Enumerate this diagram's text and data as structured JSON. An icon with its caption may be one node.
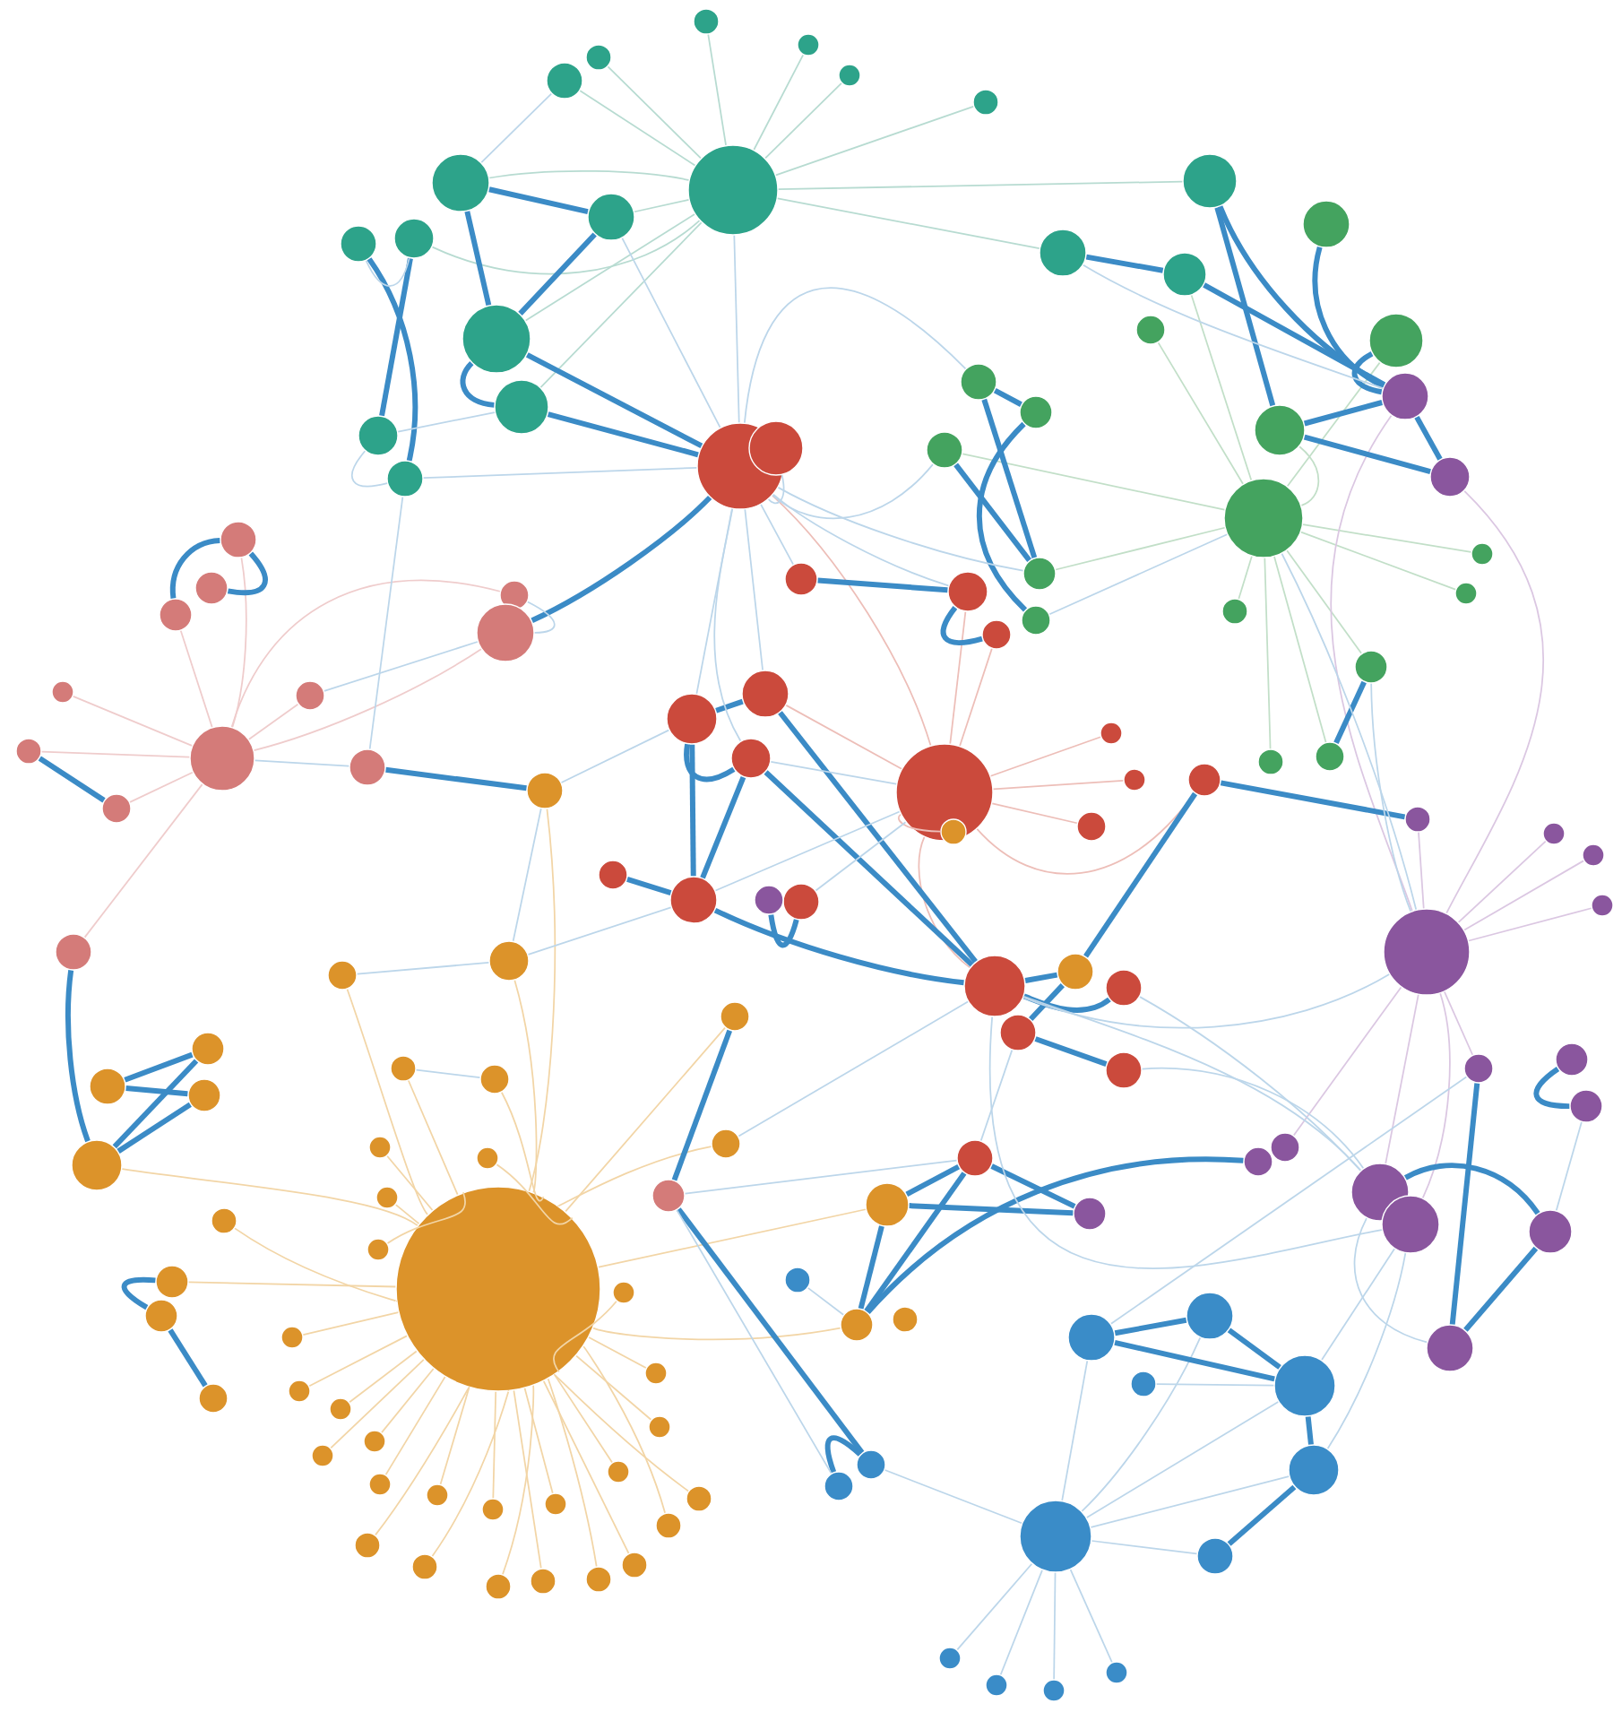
{
  "diagram": {
    "nodes": [
      {
        "text": [],
        "shape": "circle"
      },
      {
        "text": [],
        "shape": "circle"
      },
      {
        "text": [],
        "shape": "circle"
      },
      {
        "text": [],
        "shape": "circle"
      },
      {
        "text": [],
        "shape": "circle"
      },
      {
        "text": [],
        "shape": "circle"
      },
      {
        "text": [],
        "shape": "circle"
      },
      {
        "text": [],
        "shape": "circle"
      },
      {
        "text": [],
        "shape": "circle"
      },
      {
        "text": [],
        "shape": "circle"
      },
      {
        "text": [],
        "shape": "circle"
      },
      {
        "text": [],
        "shape": "circle"
      },
      {
        "text": [],
        "shape": "circle"
      },
      {
        "text": [],
        "shape": "circle"
      },
      {
        "text": [],
        "shape": "circle"
      },
      {
        "text": [],
        "shape": "circle"
      },
      {
        "text": [],
        "shape": "circle"
      },
      {
        "text": [],
        "shape": "circle"
      },
      {
        "text": [],
        "shape": "circle"
      },
      {
        "text": [],
        "shape": "circle"
      },
      {
        "text": [],
        "shape": "circle"
      },
      {
        "text": [],
        "shape": "circle"
      },
      {
        "text": [],
        "shape": "circle"
      },
      {
        "text": [],
        "shape": "circle"
      },
      {
        "text": [],
        "shape": "circle"
      },
      {
        "text": [],
        "shape": "circle"
      },
      {
        "text": [],
        "shape": "circle"
      },
      {
        "text": [],
        "shape": "circle"
      },
      {
        "text": [],
        "shape": "circle"
      },
      {
        "text": [],
        "shape": "circle"
      },
      {
        "text": [],
        "shape": "circle"
      },
      {
        "text": [],
        "shape": "circle"
      },
      {
        "text": [],
        "shape": "circle"
      },
      {
        "text": [],
        "shape": "circle"
      },
      {
        "text": [],
        "shape": "circle"
      },
      {
        "text": [],
        "shape": "circle"
      },
      {
        "text": [],
        "shape": "circle"
      },
      {
        "text": [],
        "shape": "circle"
      },
      {
        "text": [],
        "shape": "circle"
      },
      {
        "text": [],
        "shape": "circle"
      },
      {
        "text": [],
        "shape": "circle"
      },
      {
        "text": [],
        "shape": "circle"
      },
      {
        "text": [],
        "shape": "circle"
      },
      {
        "text": [],
        "shape": "circle"
      },
      {
        "text": [],
        "shape": "circle"
      },
      {
        "text": [],
        "shape": "circle"
      },
      {
        "text": [],
        "shape": "circle"
      },
      {
        "text": [],
        "shape": "circle"
      },
      {
        "text": [],
        "shape": "circle"
      },
      {
        "text": [],
        "shape": "circle"
      },
      {
        "text": [],
        "shape": "circle"
      },
      {
        "text": [],
        "shape": "circle"
      },
      {
        "text": [],
        "shape": "circle"
      },
      {
        "text": [],
        "shape": "circle"
      },
      {
        "text": [],
        "shape": "circle"
      },
      {
        "text": [],
        "shape": "circle"
      },
      {
        "text": [],
        "shape": "circle"
      },
      {
        "text": [],
        "shape": "circle"
      },
      {
        "text": [],
        "shape": "circle"
      },
      {
        "text": [],
        "shape": "circle"
      },
      {
        "text": [],
        "shape": "circle"
      },
      {
        "text": [],
        "shape": "circle"
      },
      {
        "text": [],
        "shape": "circle"
      },
      {
        "text": [],
        "shape": "circle"
      },
      {
        "text": [],
        "shape": "circle"
      },
      {
        "text": [],
        "shape": "circle"
      },
      {
        "text": [],
        "shape": "circle"
      },
      {
        "text": [],
        "shape": "circle"
      },
      {
        "text": [],
        "shape": "circle"
      },
      {
        "text": [],
        "shape": "circle"
      },
      {
        "text": [],
        "shape": "circle"
      },
      {
        "text": [],
        "shape": "circle"
      },
      {
        "text": [],
        "shape": "circle"
      },
      {
        "text": [],
        "shape": "circle"
      },
      {
        "text": [],
        "shape": "circle"
      },
      {
        "text": [],
        "shape": "circle"
      },
      {
        "text": [],
        "shape": "circle"
      },
      {
        "text": [],
        "shape": "circle"
      },
      {
        "text": [],
        "shape": "circle"
      },
      {
        "text": [],
        "shape": "circle"
      },
      {
        "text": [],
        "shape": "circle"
      },
      {
        "text": [],
        "shape": "circle"
      },
      {
        "text": [],
        "shape": "circle"
      },
      {
        "text": [],
        "shape": "circle"
      },
      {
        "text": [],
        "shape": "circle"
      },
      {
        "text": [],
        "shape": "circle"
      },
      {
        "text": [],
        "shape": "circle"
      },
      {
        "text": [],
        "shape": "circle"
      },
      {
        "text": [],
        "shape": "circle"
      },
      {
        "text": [],
        "shape": "circle"
      },
      {
        "text": [],
        "shape": "circle"
      },
      {
        "text": [],
        "shape": "circle"
      },
      {
        "text": [],
        "shape": "circle"
      },
      {
        "text": [],
        "shape": "circle"
      },
      {
        "text": [],
        "shape": "circle"
      },
      {
        "text": [],
        "shape": "circle"
      },
      {
        "text": [],
        "shape": "circle"
      },
      {
        "text": [],
        "shape": "circle"
      },
      {
        "text": [],
        "shape": "circle"
      },
      {
        "text": [],
        "shape": "circle"
      },
      {
        "text": [],
        "shape": "circle"
      },
      {
        "text": [],
        "shape": "circle"
      },
      {
        "text": [],
        "shape": "circle"
      },
      {
        "text": [],
        "shape": "circle"
      },
      {
        "text": [],
        "shape": "circle"
      },
      {
        "text": [],
        "shape": "circle"
      },
      {
        "text": [],
        "shape": "circle"
      },
      {
        "text": [],
        "shape": "circle"
      },
      {
        "text": [],
        "shape": "circle"
      },
      {
        "text": [],
        "shape": "circle"
      },
      {
        "text": [],
        "shape": "circle"
      },
      {
        "text": [],
        "shape": "circle"
      },
      {
        "text": [],
        "shape": "circle"
      },
      {
        "text": [],
        "shape": "circle"
      },
      {
        "text": [],
        "shape": "circle"
      },
      {
        "text": [],
        "shape": "circle"
      },
      {
        "text": [],
        "shape": "circle"
      },
      {
        "text": [],
        "shape": "circle"
      },
      {
        "text": [],
        "shape": "circle"
      },
      {
        "text": [],
        "shape": "circle"
      },
      {
        "text": [],
        "shape": "circle"
      },
      {
        "text": [],
        "shape": "circle"
      },
      {
        "text": [],
        "shape": "circle"
      },
      {
        "text": [],
        "shape": "circle"
      },
      {
        "text": [],
        "shape": "circle"
      },
      {
        "text": [],
        "shape": "circle"
      },
      {
        "text": [],
        "shape": "circle"
      },
      {
        "text": [],
        "shape": "circle"
      },
      {
        "text": [],
        "shape": "circle"
      },
      {
        "text": [],
        "shape": "circle"
      },
      {
        "text": [],
        "shape": "circle"
      },
      {
        "text": [],
        "shape": "circle"
      },
      {
        "text": [],
        "shape": "circle"
      },
      {
        "text": [],
        "shape": "circle"
      },
      {
        "text": [],
        "shape": "circle"
      },
      {
        "text": [],
        "shape": "circle"
      },
      {
        "text": [],
        "shape": "circle"
      },
      {
        "text": [],
        "shape": "circle"
      },
      {
        "text": [],
        "shape": "circle"
      },
      {
        "text": [],
        "shape": "circle"
      },
      {
        "text": [],
        "shape": "circle"
      },
      {
        "text": [],
        "shape": "circle"
      },
      {
        "text": [],
        "shape": "circle"
      },
      {
        "text": [],
        "shape": "circle"
      },
      {
        "text": [],
        "shape": "circle"
      },
      {
        "text": [],
        "shape": "circle"
      }
    ],
    "edges": [
      {
        "from": 91,
        "to": 73,
        "arrow": "none",
        "color": "#f2d5a6"
      },
      {
        "from": 91,
        "to": 74,
        "arrow": "none",
        "color": "#f2d5a6"
      },
      {
        "from": 91,
        "to": 75,
        "arrow": "none",
        "color": "#f2d5a6"
      },
      {
        "from": 91,
        "to": 79,
        "arrow": "none",
        "color": "#f2d5a6"
      },
      {
        "from": 91,
        "to": 80,
        "arrow": "none",
        "color": "#f2d5a6"
      },
      {
        "from": 91,
        "to": 81,
        "arrow": "none",
        "color": "#f2d5a6"
      },
      {
        "from": 91,
        "to": 82,
        "arrow": "none",
        "color": "#f2d5a6"
      },
      {
        "from": 91,
        "to": 83,
        "arrow": "none",
        "color": "#f2d5a6"
      },
      {
        "from": 91,
        "to": 84,
        "arrow": "none",
        "color": "#f2d5a6"
      },
      {
        "from": 91,
        "to": 85,
        "arrow": "none",
        "color": "#f2d5a6"
      },
      {
        "from": 91,
        "to": 86,
        "arrow": "none",
        "color": "#f2d5a6"
      },
      {
        "from": 91,
        "to": 87,
        "arrow": "none",
        "color": "#f2d5a6"
      },
      {
        "from": 91,
        "to": 88,
        "arrow": "none",
        "color": "#f2d5a6"
      },
      {
        "from": 91,
        "to": 89,
        "arrow": "none",
        "color": "#f2d5a6"
      },
      {
        "from": 91,
        "to": 92,
        "arrow": "none",
        "color": "#f2d5a6"
      },
      {
        "from": 91,
        "to": 93,
        "arrow": "none",
        "color": "#f2d5a6"
      },
      {
        "from": 91,
        "to": 94,
        "arrow": "none",
        "color": "#f2d5a6"
      },
      {
        "from": 91,
        "to": 95,
        "arrow": "none",
        "color": "#f2d5a6"
      },
      {
        "from": 91,
        "to": 98,
        "arrow": "none",
        "color": "#f2d5a6"
      },
      {
        "from": 91,
        "to": 99,
        "arrow": "none",
        "color": "#f2d5a6"
      },
      {
        "from": 91,
        "to": 100,
        "arrow": "none",
        "color": "#f2d5a6"
      },
      {
        "from": 91,
        "to": 101,
        "arrow": "none",
        "color": "#f2d5a6"
      },
      {
        "from": 91,
        "to": 102,
        "arrow": "none",
        "color": "#f2d5a6"
      },
      {
        "from": 91,
        "to": 103,
        "arrow": "none",
        "color": "#f2d5a6"
      },
      {
        "from": 91,
        "to": 104,
        "arrow": "none",
        "color": "#f2d5a6"
      },
      {
        "from": 91,
        "to": 105,
        "arrow": "none",
        "color": "#f2d5a6"
      },
      {
        "from": 91,
        "to": 106,
        "arrow": "none",
        "color": "#f2d5a6"
      },
      {
        "from": 91,
        "to": 107,
        "arrow": "none",
        "color": "#f2d5a6"
      },
      {
        "from": 91,
        "to": 108,
        "arrow": "none",
        "color": "#f2d5a6"
      },
      {
        "from": 91,
        "to": 109,
        "arrow": "none",
        "color": "#f2d5a6"
      },
      {
        "from": 91,
        "to": 110,
        "arrow": "none",
        "color": "#f2d5a6"
      },
      {
        "from": 91,
        "to": 111,
        "arrow": "none",
        "color": "#f2d5a6"
      },
      {
        "from": 91,
        "to": 112,
        "arrow": "none",
        "color": "#f2d5a6"
      },
      {
        "from": 91,
        "to": 113,
        "arrow": "none",
        "color": "#f2d5a6"
      },
      {
        "from": 91,
        "to": 114,
        "arrow": "none",
        "color": "#f2d5a6"
      },
      {
        "from": 91,
        "to": 115,
        "arrow": "none",
        "color": "#f2d5a6"
      },
      {
        "from": 91,
        "to": 116,
        "arrow": "none",
        "color": "#f2d5a6"
      },
      {
        "from": 0,
        "to": 1,
        "arrow": "none",
        "color": "#b7dbd1"
      },
      {
        "from": 0,
        "to": 2,
        "arrow": "none",
        "color": "#b7dbd1"
      },
      {
        "from": 0,
        "to": 3,
        "arrow": "none",
        "color": "#b7dbd1"
      },
      {
        "from": 0,
        "to": 4,
        "arrow": "none",
        "color": "#b7dbd1"
      },
      {
        "from": 0,
        "to": 5,
        "arrow": "none",
        "color": "#b7dbd1"
      },
      {
        "from": 0,
        "to": 6,
        "arrow": "none",
        "color": "#b7dbd1"
      },
      {
        "from": 0,
        "to": 7,
        "arrow": "none",
        "color": "#b7dbd1"
      },
      {
        "from": 0,
        "to": 8,
        "arrow": "none",
        "color": "#b7dbd1"
      },
      {
        "from": 0,
        "to": 9,
        "arrow": "none",
        "color": "#b7dbd1"
      },
      {
        "from": 0,
        "to": 11,
        "arrow": "none",
        "color": "#b7dbd1"
      },
      {
        "from": 0,
        "to": 12,
        "arrow": "none",
        "color": "#b7dbd1"
      },
      {
        "from": 0,
        "to": 15,
        "arrow": "none",
        "color": "#b7dbd1"
      },
      {
        "from": 0,
        "to": 16,
        "arrow": "none",
        "color": "#b7dbd1"
      },
      {
        "from": 25,
        "to": 17,
        "arrow": "none",
        "color": "#c2dfc8"
      },
      {
        "from": 25,
        "to": 19,
        "arrow": "none",
        "color": "#c2dfc8"
      },
      {
        "from": 25,
        "to": 20,
        "arrow": "none",
        "color": "#c2dfc8"
      },
      {
        "from": 25,
        "to": 23,
        "arrow": "none",
        "color": "#c2dfc8"
      },
      {
        "from": 25,
        "to": 24,
        "arrow": "none",
        "color": "#c2dfc8"
      },
      {
        "from": 25,
        "to": 26,
        "arrow": "none",
        "color": "#c2dfc8"
      },
      {
        "from": 25,
        "to": 27,
        "arrow": "none",
        "color": "#c2dfc8"
      },
      {
        "from": 25,
        "to": 28,
        "arrow": "none",
        "color": "#c2dfc8"
      },
      {
        "from": 25,
        "to": 30,
        "arrow": "none",
        "color": "#c2dfc8"
      },
      {
        "from": 25,
        "to": 31,
        "arrow": "none",
        "color": "#c2dfc8"
      },
      {
        "from": 25,
        "to": 32,
        "arrow": "none",
        "color": "#c2dfc8"
      },
      {
        "from": 25,
        "to": 33,
        "arrow": "none",
        "color": "#c2dfc8"
      },
      {
        "from": 68,
        "to": 60,
        "arrow": "none",
        "color": "#efcccc"
      },
      {
        "from": 68,
        "to": 62,
        "arrow": "none",
        "color": "#efcccc"
      },
      {
        "from": 68,
        "to": 63,
        "arrow": "none",
        "color": "#efcccc"
      },
      {
        "from": 68,
        "to": 64,
        "arrow": "none",
        "color": "#efcccc"
      },
      {
        "from": 68,
        "to": 65,
        "arrow": "none",
        "color": "#efcccc"
      },
      {
        "from": 68,
        "to": 66,
        "arrow": "none",
        "color": "#efcccc"
      },
      {
        "from": 68,
        "to": 67,
        "arrow": "none",
        "color": "#efcccc"
      },
      {
        "from": 68,
        "to": 70,
        "arrow": "none",
        "color": "#efcccc"
      },
      {
        "from": 68,
        "to": 71,
        "arrow": "none",
        "color": "#efcccc"
      },
      {
        "from": 118,
        "to": 34,
        "arrow": "none",
        "color": "#dbc7e2"
      },
      {
        "from": 118,
        "to": 35,
        "arrow": "none",
        "color": "#dbc7e2"
      },
      {
        "from": 118,
        "to": 117,
        "arrow": "none",
        "color": "#dbc7e2"
      },
      {
        "from": 118,
        "to": 119,
        "arrow": "none",
        "color": "#dbc7e2"
      },
      {
        "from": 118,
        "to": 120,
        "arrow": "none",
        "color": "#dbc7e2"
      },
      {
        "from": 118,
        "to": 121,
        "arrow": "none",
        "color": "#dbc7e2"
      },
      {
        "from": 118,
        "to": 122,
        "arrow": "none",
        "color": "#dbc7e2"
      },
      {
        "from": 118,
        "to": 125,
        "arrow": "none",
        "color": "#dbc7e2"
      },
      {
        "from": 118,
        "to": 128,
        "arrow": "none",
        "color": "#dbc7e2"
      },
      {
        "from": 118,
        "to": 129,
        "arrow": "none",
        "color": "#dbc7e2"
      },
      {
        "from": 44,
        "to": 36,
        "arrow": "none",
        "color": "#edbeb8"
      },
      {
        "from": 44,
        "to": 39,
        "arrow": "none",
        "color": "#edbeb8"
      },
      {
        "from": 44,
        "to": 40,
        "arrow": "none",
        "color": "#edbeb8"
      },
      {
        "from": 44,
        "to": 41,
        "arrow": "none",
        "color": "#edbeb8"
      },
      {
        "from": 44,
        "to": 45,
        "arrow": "none",
        "color": "#edbeb8"
      },
      {
        "from": 44,
        "to": 46,
        "arrow": "none",
        "color": "#edbeb8"
      },
      {
        "from": 44,
        "to": 47,
        "arrow": "none",
        "color": "#edbeb8"
      },
      {
        "from": 44,
        "to": 48,
        "arrow": "none",
        "color": "#edbeb8"
      },
      {
        "from": 44,
        "to": 52,
        "arrow": "none",
        "color": "#edbeb8"
      },
      {
        "from": 44,
        "to": 58,
        "arrow": "none",
        "color": "#edbeb8"
      },
      {
        "from": 140,
        "to": 133,
        "arrow": "none",
        "color": "#bcd6ea"
      },
      {
        "from": 140,
        "to": 134,
        "arrow": "none",
        "color": "#bcd6ea"
      },
      {
        "from": 140,
        "to": 136,
        "arrow": "none",
        "color": "#bcd6ea"
      },
      {
        "from": 140,
        "to": 137,
        "arrow": "none",
        "color": "#bcd6ea"
      },
      {
        "from": 140,
        "to": 138,
        "arrow": "none",
        "color": "#bcd6ea"
      },
      {
        "from": 140,
        "to": 141,
        "arrow": "none",
        "color": "#bcd6ea"
      },
      {
        "from": 140,
        "to": 142,
        "arrow": "none",
        "color": "#bcd6ea"
      },
      {
        "from": 140,
        "to": 143,
        "arrow": "none",
        "color": "#bcd6ea"
      },
      {
        "from": 140,
        "to": 144,
        "arrow": "none",
        "color": "#bcd6ea"
      },
      {
        "from": 140,
        "to": 145,
        "arrow": "none",
        "color": "#bcd6ea"
      },
      {
        "from": 7,
        "to": 11,
        "arrow": "none",
        "style": "thick",
        "color": "#3b8bc6"
      },
      {
        "from": 7,
        "to": 8,
        "arrow": "none",
        "style": "thick",
        "color": "#3b8bc6"
      },
      {
        "from": 9,
        "to": 13,
        "arrow": "none",
        "style": "thick",
        "color": "#3b8bc6"
      },
      {
        "from": 10,
        "to": 14,
        "arrow": "none",
        "style": "thick",
        "color": "#3b8bc6"
      },
      {
        "from": 11,
        "to": 8,
        "arrow": "none",
        "style": "thick",
        "color": "#3b8bc6"
      },
      {
        "from": 11,
        "to": 12,
        "arrow": "none",
        "style": "thick",
        "color": "#3b8bc6"
      },
      {
        "from": 36,
        "to": 11,
        "arrow": "none",
        "style": "thick",
        "color": "#3b8bc6"
      },
      {
        "from": 36,
        "to": 12,
        "arrow": "none",
        "style": "thick",
        "color": "#3b8bc6"
      },
      {
        "from": 36,
        "to": 64,
        "arrow": "none",
        "style": "thick",
        "color": "#3b8bc6"
      },
      {
        "from": 61,
        "to": 60,
        "arrow": "none",
        "style": "thick",
        "color": "#3b8bc6"
      },
      {
        "from": 62,
        "to": 60,
        "arrow": "none",
        "style": "thick",
        "color": "#3b8bc6"
      },
      {
        "from": 67,
        "to": 70,
        "arrow": "none",
        "style": "thick",
        "color": "#3b8bc6"
      },
      {
        "from": 69,
        "to": 73,
        "arrow": "none",
        "style": "thick",
        "color": "#3b8bc6"
      },
      {
        "from": 42,
        "to": 43,
        "arrow": "none",
        "style": "thick",
        "color": "#3b8bc6"
      },
      {
        "from": 41,
        "to": 42,
        "arrow": "none",
        "style": "thick",
        "color": "#3b8bc6"
      },
      {
        "from": 43,
        "to": 50,
        "arrow": "none",
        "style": "thick",
        "color": "#3b8bc6"
      },
      {
        "from": 42,
        "to": 50,
        "arrow": "none",
        "style": "thick",
        "color": "#3b8bc6"
      },
      {
        "from": 41,
        "to": 52,
        "arrow": "none",
        "style": "thick",
        "color": "#3b8bc6"
      },
      {
        "from": 43,
        "to": 52,
        "arrow": "none",
        "style": "thick",
        "color": "#3b8bc6"
      },
      {
        "from": 50,
        "to": 52,
        "arrow": "none",
        "style": "thick",
        "color": "#3b8bc6"
      },
      {
        "from": 52,
        "to": 59,
        "arrow": "none",
        "style": "thick",
        "color": "#3b8bc6"
      },
      {
        "from": 53,
        "to": 59,
        "arrow": "none",
        "style": "thick",
        "color": "#3b8bc6"
      },
      {
        "from": 59,
        "to": 47,
        "arrow": "none",
        "style": "thick",
        "color": "#3b8bc6"
      },
      {
        "from": 53,
        "to": 55,
        "arrow": "none",
        "style": "thick",
        "color": "#3b8bc6"
      },
      {
        "from": 54,
        "to": 52,
        "arrow": "none",
        "style": "thick",
        "color": "#3b8bc6"
      },
      {
        "from": 47,
        "to": 117,
        "arrow": "none",
        "style": "thick",
        "color": "#3b8bc6"
      },
      {
        "from": 56,
        "to": 94,
        "arrow": "none",
        "style": "thick",
        "color": "#3b8bc6"
      },
      {
        "from": 56,
        "to": 127,
        "arrow": "none",
        "style": "thick",
        "color": "#3b8bc6"
      },
      {
        "from": 94,
        "to": 95,
        "arrow": "none",
        "style": "thick",
        "color": "#3b8bc6"
      },
      {
        "from": 95,
        "to": 56,
        "arrow": "none",
        "style": "thick",
        "color": "#3b8bc6"
      },
      {
        "from": 95,
        "to": 126,
        "arrow": "none",
        "style": "thick",
        "color": "#3b8bc6"
      },
      {
        "from": 94,
        "to": 127,
        "arrow": "none",
        "style": "thick",
        "color": "#3b8bc6"
      },
      {
        "from": 76,
        "to": 77,
        "arrow": "none",
        "style": "thick",
        "color": "#3b8bc6"
      },
      {
        "from": 77,
        "to": 78,
        "arrow": "none",
        "style": "thick",
        "color": "#3b8bc6"
      },
      {
        "from": 82,
        "to": 78,
        "arrow": "none",
        "style": "thick",
        "color": "#3b8bc6"
      },
      {
        "from": 82,
        "to": 76,
        "arrow": "none",
        "style": "thick",
        "color": "#3b8bc6"
      },
      {
        "from": 71,
        "to": 82,
        "arrow": "none",
        "style": "thick",
        "color": "#3b8bc6"
      },
      {
        "from": 89,
        "to": 90,
        "arrow": "none",
        "style": "thick",
        "color": "#3b8bc6"
      },
      {
        "from": 90,
        "to": 97,
        "arrow": "none",
        "style": "thick",
        "color": "#3b8bc6"
      },
      {
        "from": 133,
        "to": 136,
        "arrow": "none",
        "style": "thick",
        "color": "#3b8bc6"
      },
      {
        "from": 133,
        "to": 134,
        "arrow": "none",
        "style": "thick",
        "color": "#3b8bc6"
      },
      {
        "from": 134,
        "to": 136,
        "arrow": "none",
        "style": "thick",
        "color": "#3b8bc6"
      },
      {
        "from": 136,
        "to": 137,
        "arrow": "none",
        "style": "thick",
        "color": "#3b8bc6"
      },
      {
        "from": 137,
        "to": 141,
        "arrow": "none",
        "style": "thick",
        "color": "#3b8bc6"
      },
      {
        "from": 138,
        "to": 139,
        "arrow": "none",
        "style": "thick",
        "color": "#3b8bc6"
      },
      {
        "from": 16,
        "to": 34,
        "arrow": "none",
        "style": "thick",
        "color": "#3b8bc6"
      },
      {
        "from": 18,
        "to": 34,
        "arrow": "none",
        "style": "thick",
        "color": "#3b8bc6"
      },
      {
        "from": 19,
        "to": 34,
        "arrow": "none",
        "style": "thick",
        "color": "#3b8bc6"
      },
      {
        "from": 24,
        "to": 34,
        "arrow": "none",
        "style": "thick",
        "color": "#3b8bc6"
      },
      {
        "from": 34,
        "to": 35,
        "arrow": "none",
        "style": "thick",
        "color": "#3b8bc6"
      },
      {
        "from": 17,
        "to": 34,
        "arrow": "none",
        "style": "thick",
        "color": "#3b8bc6"
      },
      {
        "from": 24,
        "to": 35,
        "arrow": "none",
        "style": "thick",
        "color": "#3b8bc6"
      },
      {
        "from": 15,
        "to": 17,
        "arrow": "none",
        "style": "thick",
        "color": "#3b8bc6"
      },
      {
        "from": 16,
        "to": 24,
        "arrow": "none",
        "style": "thick",
        "color": "#3b8bc6"
      },
      {
        "from": 31,
        "to": 33,
        "arrow": "none",
        "style": "thick",
        "color": "#3b8bc6"
      },
      {
        "from": 39,
        "to": 38,
        "arrow": "none",
        "style": "thick",
        "color": "#3b8bc6"
      },
      {
        "from": 23,
        "to": 28,
        "arrow": "none",
        "style": "thick",
        "color": "#3b8bc6"
      },
      {
        "from": 39,
        "to": 40,
        "arrow": "none",
        "style": "thick",
        "color": "#3b8bc6"
      },
      {
        "from": 128,
        "to": 130,
        "arrow": "none",
        "style": "thick",
        "color": "#3b8bc6"
      },
      {
        "from": 131,
        "to": 130,
        "arrow": "none",
        "style": "thick",
        "color": "#3b8bc6"
      },
      {
        "from": 122,
        "to": 131,
        "arrow": "none",
        "style": "thick",
        "color": "#3b8bc6"
      },
      {
        "from": 123,
        "to": 124,
        "arrow": "none",
        "style": "thick",
        "color": "#3b8bc6"
      },
      {
        "from": 81,
        "to": 72,
        "arrow": "none",
        "style": "thick",
        "color": "#3b8bc6"
      },
      {
        "from": 72,
        "to": 138,
        "arrow": "none",
        "style": "thick",
        "color": "#3b8bc6"
      },
      {
        "from": 21,
        "to": 22,
        "arrow": "none",
        "style": "thick",
        "color": "#3b8bc6"
      },
      {
        "from": 22,
        "to": 29,
        "arrow": "none",
        "style": "thick",
        "color": "#3b8bc6"
      },
      {
        "from": 21,
        "to": 28,
        "arrow": "none",
        "style": "thick",
        "color": "#3b8bc6"
      },
      {
        "from": 49,
        "to": 50,
        "arrow": "none",
        "style": "thick",
        "color": "#3b8bc6"
      },
      {
        "from": 57,
        "to": 51,
        "arrow": "none",
        "style": "thick",
        "color": "#3b8bc6"
      },
      {
        "from": 0,
        "to": 36,
        "arrow": "none",
        "color": "#bcd6ea"
      },
      {
        "from": 36,
        "to": 8,
        "arrow": "none",
        "color": "#bcd6ea"
      },
      {
        "from": 36,
        "to": 14,
        "arrow": "none",
        "color": "#bcd6ea"
      },
      {
        "from": 36,
        "to": 23,
        "arrow": "none",
        "color": "#bcd6ea"
      },
      {
        "from": 36,
        "to": 21,
        "arrow": "none",
        "color": "#bcd6ea"
      },
      {
        "from": 36,
        "to": 37,
        "arrow": "none",
        "color": "#bcd6ea"
      },
      {
        "from": 36,
        "to": 38,
        "arrow": "none",
        "color": "#bcd6ea"
      },
      {
        "from": 36,
        "to": 39,
        "arrow": "none",
        "color": "#bcd6ea"
      },
      {
        "from": 36,
        "to": 41,
        "arrow": "none",
        "color": "#bcd6ea"
      },
      {
        "from": 36,
        "to": 42,
        "arrow": "none",
        "color": "#bcd6ea"
      },
      {
        "from": 36,
        "to": 43,
        "arrow": "none",
        "color": "#bcd6ea"
      },
      {
        "from": 36,
        "to": 28,
        "arrow": "none",
        "color": "#bcd6ea"
      },
      {
        "from": 15,
        "to": 34,
        "arrow": "none",
        "color": "#bcd6ea"
      },
      {
        "from": 12,
        "to": 13,
        "arrow": "none",
        "color": "#bcd6ea"
      },
      {
        "from": 13,
        "to": 14,
        "arrow": "none",
        "color": "#bcd6ea"
      },
      {
        "from": 10,
        "to": 9,
        "arrow": "none",
        "color": "#bcd6ea"
      },
      {
        "from": 1,
        "to": 7,
        "arrow": "none",
        "color": "#bcd6ea"
      },
      {
        "from": 64,
        "to": 66,
        "arrow": "none",
        "color": "#bcd6ea"
      },
      {
        "from": 64,
        "to": 63,
        "arrow": "none",
        "color": "#bcd6ea"
      },
      {
        "from": 68,
        "to": 69,
        "arrow": "none",
        "color": "#bcd6ea"
      },
      {
        "from": 73,
        "to": 42,
        "arrow": "none",
        "color": "#bcd6ea"
      },
      {
        "from": 74,
        "to": 50,
        "arrow": "none",
        "color": "#bcd6ea"
      },
      {
        "from": 74,
        "to": 75,
        "arrow": "none",
        "color": "#bcd6ea"
      },
      {
        "from": 51,
        "to": 44,
        "arrow": "none",
        "color": "#bcd6ea"
      },
      {
        "from": 52,
        "to": 129,
        "arrow": "none",
        "color": "#bcd6ea"
      },
      {
        "from": 52,
        "to": 128,
        "arrow": "none",
        "color": "#bcd6ea"
      },
      {
        "from": 55,
        "to": 128,
        "arrow": "none",
        "color": "#bcd6ea"
      },
      {
        "from": 56,
        "to": 53,
        "arrow": "none",
        "color": "#bcd6ea"
      },
      {
        "from": 135,
        "to": 136,
        "arrow": "none",
        "color": "#bcd6ea"
      },
      {
        "from": 118,
        "to": 52,
        "arrow": "none",
        "color": "#bcd6ea"
      },
      {
        "from": 118,
        "to": 25,
        "arrow": "none",
        "color": "#bcd6ea"
      },
      {
        "from": 118,
        "to": 31,
        "arrow": "none",
        "color": "#bcd6ea"
      },
      {
        "from": 25,
        "to": 29,
        "arrow": "none",
        "color": "#bcd6ea"
      },
      {
        "from": 44,
        "to": 50,
        "arrow": "none",
        "color": "#bcd6ea"
      },
      {
        "from": 69,
        "to": 14,
        "arrow": "none",
        "color": "#bcd6ea"
      },
      {
        "from": 85,
        "to": 52,
        "arrow": "none",
        "color": "#bcd6ea"
      },
      {
        "from": 128,
        "to": 131,
        "arrow": "none",
        "color": "#bcd6ea"
      },
      {
        "from": 129,
        "to": 136,
        "arrow": "none",
        "color": "#bcd6ea"
      },
      {
        "from": 129,
        "to": 137,
        "arrow": "none",
        "color": "#bcd6ea"
      },
      {
        "from": 130,
        "to": 124,
        "arrow": "none",
        "color": "#bcd6ea"
      },
      {
        "from": 122,
        "to": 133,
        "arrow": "none",
        "color": "#bcd6ea"
      },
      {
        "from": 73,
        "to": 74,
        "arrow": "none",
        "color": "#bcd6ea"
      },
      {
        "from": 79,
        "to": 80,
        "arrow": "none",
        "color": "#bcd6ea"
      },
      {
        "from": 72,
        "to": 56,
        "arrow": "none",
        "color": "#bcd6ea"
      },
      {
        "from": 72,
        "to": 139,
        "arrow": "none",
        "color": "#bcd6ea"
      },
      {
        "from": 44,
        "to": 43,
        "arrow": "none",
        "color": "#bcd6ea"
      },
      {
        "from": 54,
        "to": 128,
        "arrow": "none",
        "color": "#bcd6ea"
      },
      {
        "from": 132,
        "to": 95,
        "arrow": "none",
        "color": "#bcd6ea"
      }
    ]
  }
}
